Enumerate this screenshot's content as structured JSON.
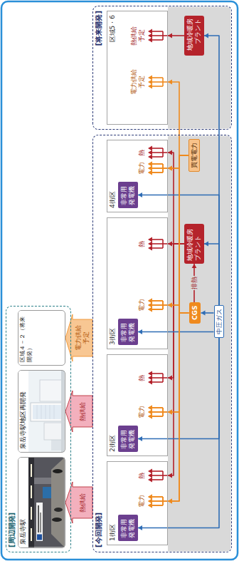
{
  "diagram": {
    "nodes": [
      {
        "text": [
          "[周辺開発]"
        ]
      },
      {
        "text": [
          "泉岳寺駅"
        ],
        "in": 0
      },
      {
        "text": [
          "泉岳寺駅地区再開発"
        ],
        "in": 0
      },
      {
        "text": [
          "区域４－２（将来開発）"
        ],
        "in": 0
      },
      {
        "text": [
          "[今回開発]"
        ]
      },
      {
        "text": [
          "1街区"
        ],
        "in": 4
      },
      {
        "text": [
          "非常用発電機"
        ],
        "in": 5
      },
      {
        "text": [
          "2街区"
        ],
        "in": 4
      },
      {
        "text": [
          "非常用発電機"
        ],
        "in": 7
      },
      {
        "text": [
          "3街区"
        ],
        "in": 4
      },
      {
        "text": [
          "非常用発電機"
        ],
        "in": 9
      },
      {
        "text": [
          "4街区"
        ],
        "in": 4
      },
      {
        "text": [
          "非常用発電機"
        ],
        "in": 11
      },
      {
        "text": [
          "地域冷暖房プラント"
        ],
        "in": 4
      },
      {
        "text": [
          "CGS"
        ],
        "in": 4
      },
      {
        "text": [
          "中圧ガス"
        ],
        "in": 4
      },
      {
        "text": [
          "買電電力"
        ],
        "in": 4
      },
      {
        "text": [
          "[将来開発]"
        ]
      },
      {
        "text": [
          "区域5・6"
        ],
        "in": 17
      },
      {
        "text": [
          "地域冷暖房プラント"
        ],
        "in": 17
      }
    ],
    "edges": [
      {
        "from": 4,
        "to": 1,
        "arrow": "to",
        "label": "熱供給"
      },
      {
        "from": 4,
        "to": 2,
        "arrow": "to",
        "label": "熱供給"
      },
      {
        "from": 4,
        "to": 3,
        "arrow": "to",
        "label": "電力供給予定"
      },
      {
        "from": 14,
        "to": 5,
        "arrow": "to",
        "label": "電力"
      },
      {
        "from": 14,
        "to": 7,
        "arrow": "to",
        "label": "電力"
      },
      {
        "from": 14,
        "to": 9,
        "arrow": "to",
        "label": "電力"
      },
      {
        "from": 14,
        "to": 11,
        "arrow": "to",
        "label": "電力"
      },
      {
        "from": 13,
        "to": 5,
        "arrow": "to",
        "label": "熱"
      },
      {
        "from": 13,
        "to": 7,
        "arrow": "to",
        "label": "熱"
      },
      {
        "from": 13,
        "to": 9,
        "arrow": "to",
        "label": "熱"
      },
      {
        "from": 13,
        "to": 11,
        "arrow": "to",
        "label": "熱"
      },
      {
        "from": 14,
        "to": 13,
        "arrow": "to",
        "label": "排熱"
      },
      {
        "from": 15,
        "to": 14,
        "arrow": "to"
      },
      {
        "from": 15,
        "to": 13,
        "arrow": "to"
      },
      {
        "from": 15,
        "to": 6,
        "arrow": "to"
      },
      {
        "from": 15,
        "to": 8,
        "arrow": "to"
      },
      {
        "from": 15,
        "to": 10,
        "arrow": "to"
      },
      {
        "from": 15,
        "to": 12,
        "arrow": "to"
      },
      {
        "from": 15,
        "to": 19,
        "arrow": "to"
      },
      {
        "from": 16,
        "to": 5,
        "arrow": "to"
      },
      {
        "from": 16,
        "to": 7,
        "arrow": "to"
      },
      {
        "from": 16,
        "to": 9,
        "arrow": "to"
      },
      {
        "from": 16,
        "to": 11,
        "arrow": "to"
      },
      {
        "from": 16,
        "to": 18,
        "arrow": "to",
        "label": "電力供給予定"
      },
      {
        "from": 19,
        "to": 18,
        "arrow": "to",
        "label": "熱供給予定"
      }
    ]
  }
}
